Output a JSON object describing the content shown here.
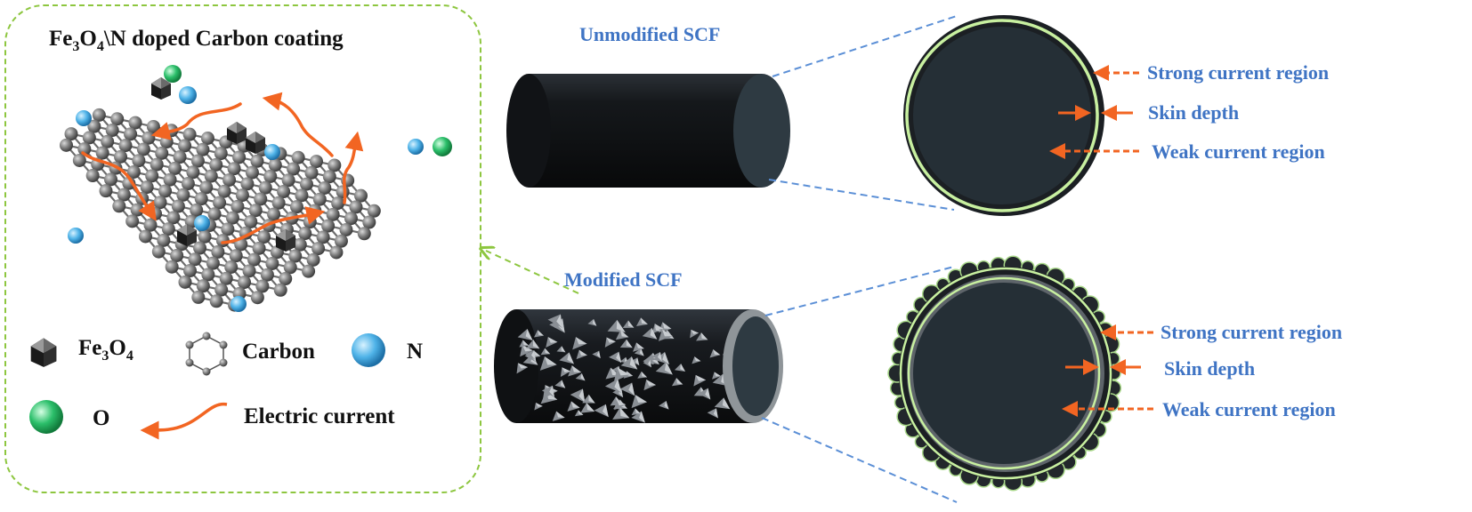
{
  "panel_title": {
    "prefix": "Fe",
    "sub1": "3",
    "mid": "O",
    "sub2": "4",
    "suffix": "\\N doped Carbon coating"
  },
  "legend": {
    "fe3o4": {
      "prefix": "Fe",
      "sub1": "3",
      "mid": "O",
      "sub2": "4"
    },
    "carbon": "Carbon",
    "nitrogen": "N",
    "oxygen": "O",
    "current": "Electric current"
  },
  "fibers": {
    "unmodified": "Unmodified SCF",
    "modified": "Modified SCF"
  },
  "regions": {
    "top": {
      "strong": "Strong current region",
      "skin": "Skin depth",
      "weak": "Weak current region"
    },
    "bottom": {
      "strong": "Strong current region",
      "skin": "Skin depth",
      "weak": "Weak current region"
    }
  },
  "colors": {
    "panel_border": "#8dc63f",
    "label_blue": "#3f74c4",
    "arrow_orange": "#f26522",
    "carbon_atom": "#7a7a7a",
    "nitrogen_atom": "#4fb3e8",
    "oxygen_atom": "#2bbf6a",
    "fiber_dark": "#16191c",
    "ring_green": "#c8f0a0"
  },
  "icons": [
    "fe3o4-crystal-icon",
    "carbon-ring-icon",
    "nitrogen-atom-icon",
    "oxygen-atom-icon",
    "electric-current-arrow-icon"
  ]
}
